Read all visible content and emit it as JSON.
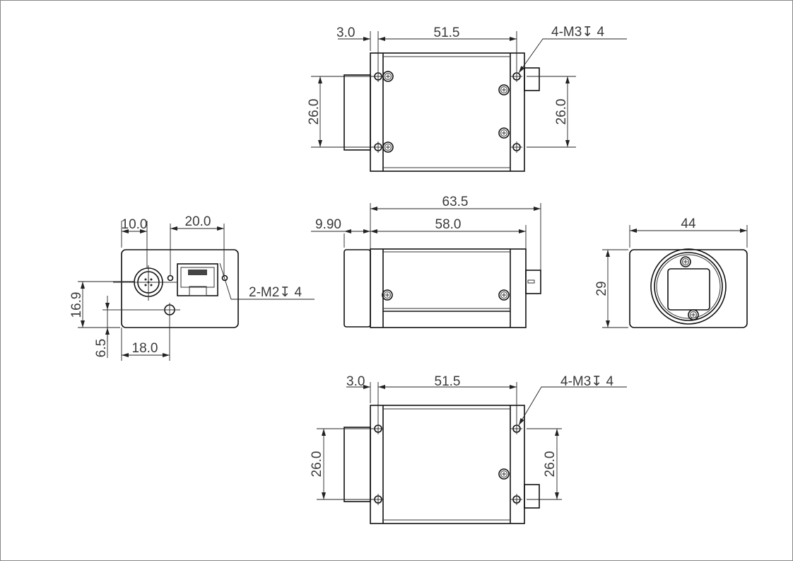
{
  "title": "Camera dimension drawing",
  "top_view": {
    "dim_flange": "3.0",
    "dim_length": "51.5",
    "dim_left_height": "26.0",
    "dim_right_height": "26.0",
    "callout": "4-M3↧ 4"
  },
  "side_view": {
    "dim_overall": "63.5",
    "dim_body": "58.0",
    "dim_lens": "9.90"
  },
  "back_view": {
    "dim_connector_x": "10.0",
    "dim_holes": "20.0",
    "dim_height": "16.9",
    "dim_hole_y": "6.5",
    "dim_hole_x": "18.0",
    "callout": "2-M2↧ 4"
  },
  "front_view": {
    "dim_width": "44",
    "dim_height": "29"
  },
  "bottom_view": {
    "dim_flange": "3.0",
    "dim_length": "51.5",
    "dim_left_height": "26.0",
    "dim_right_height": "26.0",
    "callout": "4-M3↧ 4"
  }
}
